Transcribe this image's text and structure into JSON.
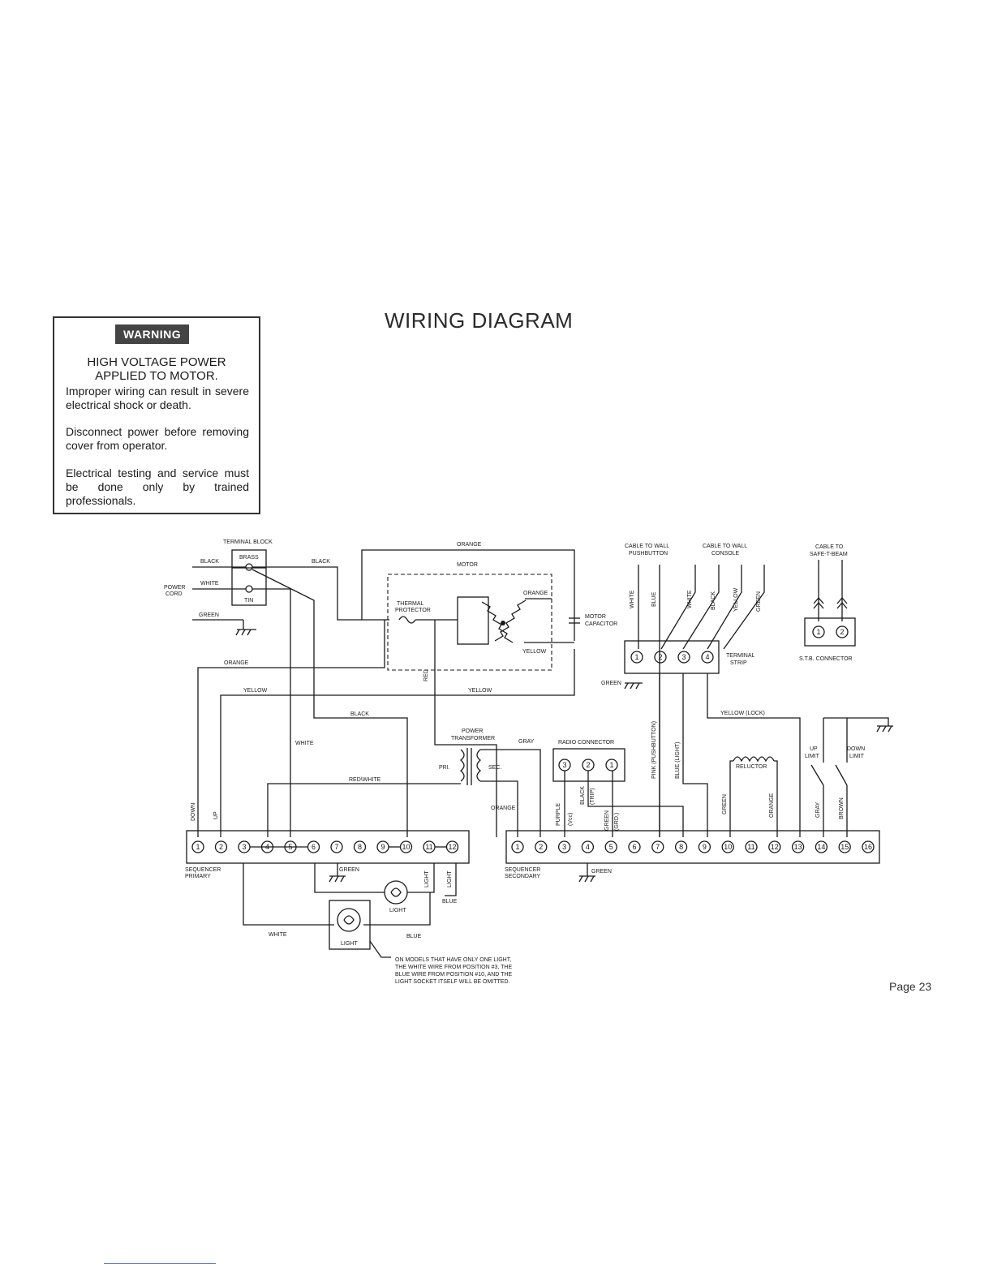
{
  "warning": {
    "badge": "WARNING",
    "heading_line1": "HIGH VOLTAGE POWER",
    "heading_line2": "APPLIED TO MOTOR.",
    "para1": "Improper wiring can result in severe electrical shock or death.",
    "para2": "Disconnect power before removing cover from operator.",
    "para3": "Electrical testing and service must be done only by trained professionals."
  },
  "title": "WIRING DIAGRAM",
  "page": "Page 23",
  "labels": {
    "terminal_block": "TERMINAL BLOCK",
    "brass": "BRASS",
    "tin": "TIN",
    "power_cord_1": "POWER",
    "power_cord_2": "CORD",
    "black": "BLACK",
    "white": "WHITE",
    "green": "GREEN",
    "orange": "ORANGE",
    "yellow": "YELLOW",
    "red": "RED",
    "gray": "GRAY",
    "blue": "BLUE",
    "brown": "BROWN",
    "purple": "PURPLE",
    "red_white": "RED\\WHITE",
    "motor": "MOTOR",
    "thermal_1": "THERMAL",
    "thermal_2": "PROTECTOR",
    "motor_cap_1": "MOTOR",
    "motor_cap_2": "CAPACITOR",
    "power_tx_1": "POWER",
    "power_tx_2": "TRANSFORMER",
    "pri": "PRI.",
    "sec": "SEC.",
    "radio_connector": "RADIO CONNECTOR",
    "cable_pb_1": "CABLE TO WALL",
    "cable_pb_2": "PUSHBUTTON",
    "cable_con_1": "CABLE TO WALL",
    "cable_con_2": "CONSOLE",
    "cable_stb_1": "CABLE TO",
    "cable_stb_2": "SAFE-T-BEAM",
    "stb_connector": "S.T.B. CONNECTOR",
    "terminal_strip_1": "TERMINAL",
    "terminal_strip_2": "STRIP",
    "yellow_lock": "YELLOW (LOCK)",
    "reluctor": "RELUCTOR",
    "up_limit_1": "UP",
    "up_limit_2": "LIMIT",
    "down_limit_1": "DOWN",
    "down_limit_2": "LIMIT",
    "down": "DOWN",
    "up": "UP",
    "seq_primary_1": "SEQUENCER",
    "seq_primary_2": "PRIMARY",
    "seq_secondary_1": "SEQUENCER",
    "seq_secondary_2": "SECONDARY",
    "light": "LIGHT",
    "pink_pb": "PINK (PUSHBUTTON)",
    "blue_light": "BLUE (LIGHT)",
    "purple_vcc": "(Vcc)",
    "black_trip": "(TRIP)",
    "green_grd": "(GRD.)",
    "note_1": "ON MODELS THAT HAVE ONLY ONE LIGHT,",
    "note_2": "THE WHITE WIRE FROM POSITION #3, THE",
    "note_3": "BLUE WIRE FROM POSITION #10, AND THE",
    "note_4": "LIGHT SOCKET ITSELF WILL BE OMITTED."
  },
  "terminal_strip_numbers": [
    "1",
    "2",
    "3",
    "4"
  ],
  "stb_numbers": [
    "1",
    "2"
  ],
  "radio_numbers": [
    "3",
    "2",
    "1"
  ],
  "seq_primary_numbers": [
    "1",
    "2",
    "3",
    "4",
    "5",
    "6",
    "7",
    "8",
    "9",
    "10",
    "11",
    "12"
  ],
  "seq_secondary_numbers": [
    "1",
    "2",
    "3",
    "4",
    "5",
    "6",
    "7",
    "8",
    "9",
    "10",
    "11",
    "12",
    "13",
    "14",
    "15",
    "16"
  ]
}
